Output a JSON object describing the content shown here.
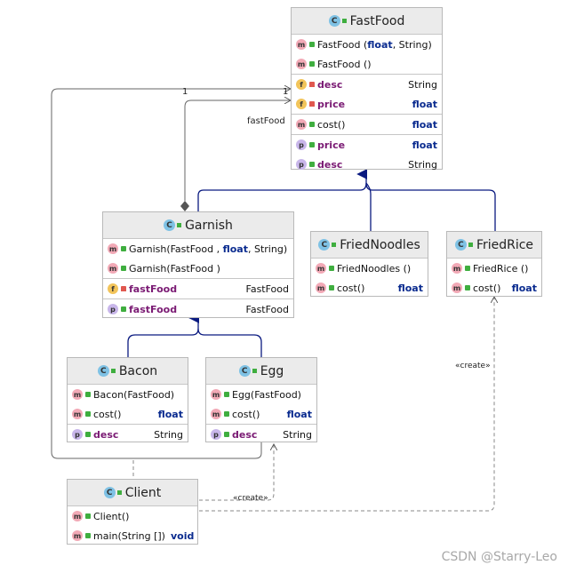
{
  "classes": {
    "fastfood": {
      "name": "FastFood",
      "rows": [
        {
          "icon": "m",
          "label": "FastFood (",
          "kw": "float",
          "rest": ", String)",
          "type": ""
        },
        {
          "icon": "m",
          "label": "FastFood ()",
          "type": ""
        },
        {
          "icon": "f",
          "label": "desc",
          "type": "String"
        },
        {
          "icon": "f",
          "label": "price",
          "type": "float"
        },
        {
          "icon": "m",
          "label": "cost()",
          "type": "float"
        },
        {
          "icon": "p",
          "label": "price",
          "type": "float"
        },
        {
          "icon": "p",
          "label": "desc",
          "type": "String"
        }
      ]
    },
    "garnish": {
      "name": "Garnish",
      "rows": [
        {
          "icon": "m",
          "label": "Garnish(FastFood , ",
          "kw": "float",
          "rest": ", String)",
          "type": ""
        },
        {
          "icon": "m",
          "label": "Garnish(FastFood )",
          "type": ""
        },
        {
          "icon": "f",
          "label": "fastFood",
          "type": "FastFood"
        },
        {
          "icon": "p",
          "label": "fastFood",
          "type": "FastFood"
        }
      ]
    },
    "friednoodles": {
      "name": "FriedNoodles",
      "rows": [
        {
          "icon": "m",
          "label": "FriedNoodles ()",
          "type": ""
        },
        {
          "icon": "m",
          "label": "cost()",
          "type": "float"
        }
      ]
    },
    "friedrice": {
      "name": "FriedRice",
      "rows": [
        {
          "icon": "m",
          "label": "FriedRice ()",
          "type": ""
        },
        {
          "icon": "m",
          "label": "cost()",
          "type": "float"
        }
      ]
    },
    "bacon": {
      "name": "Bacon",
      "rows": [
        {
          "icon": "m",
          "label": "Bacon(FastFood)",
          "type": ""
        },
        {
          "icon": "m",
          "label": "cost()",
          "type": "float"
        },
        {
          "icon": "p",
          "label": "desc",
          "type": "String"
        }
      ]
    },
    "egg": {
      "name": "Egg",
      "rows": [
        {
          "icon": "m",
          "label": "Egg(FastFood)",
          "type": ""
        },
        {
          "icon": "m",
          "label": "cost()",
          "type": "float"
        },
        {
          "icon": "p",
          "label": "desc",
          "type": "String"
        }
      ]
    },
    "client": {
      "name": "Client",
      "rows": [
        {
          "icon": "m",
          "label": "Client()",
          "type": ""
        },
        {
          "icon": "m",
          "label": "main(String [])",
          "type": "void"
        }
      ]
    }
  },
  "labels": {
    "fastfood_assoc": "fastFood",
    "mult_left": "1",
    "mult_right": "1",
    "create_egg": "«create»",
    "create_rice": "«create»"
  },
  "watermark": "CSDN @Starry-Leo"
}
